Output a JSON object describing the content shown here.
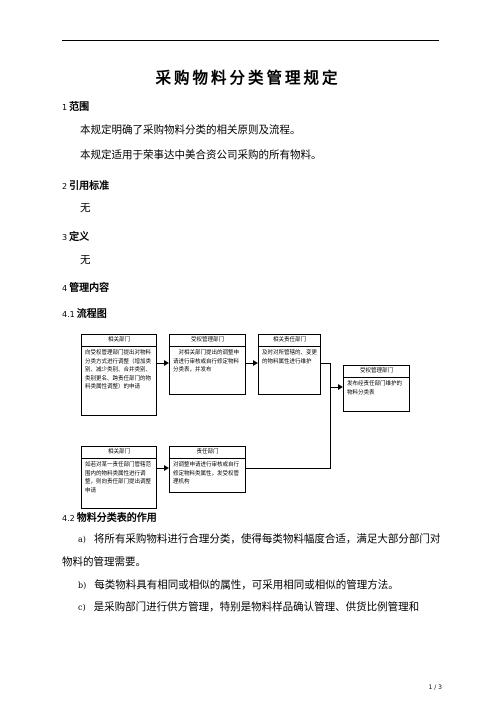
{
  "title": "采购物料分类管理规定",
  "sections": {
    "s1": {
      "num": "1",
      "heading": "范围"
    },
    "s1_p1": "本规定明确了采购物料分类的相关原则及流程。",
    "s1_p2": "本规定适用于荣事达中美合资公司采购的所有物料。",
    "s2": {
      "num": "2",
      "heading": "引用标准"
    },
    "s2_p": "无",
    "s3": {
      "num": "3",
      "heading": "定义"
    },
    "s3_p": "无",
    "s4": {
      "num": "4",
      "heading": "管理内容"
    },
    "s41": {
      "num": "4.1",
      "heading": "流程图"
    },
    "s42": {
      "num": "4.2",
      "heading": "物料分类表的作用"
    }
  },
  "flowchart": {
    "box1": {
      "header": "相关部门",
      "body": "向受权管理部门提出对物料分类方式进行调整（增加类别、减少类别、合并类别、类别更名、跨责任部门的物料类属性调整）的申请"
    },
    "box2": {
      "header": "受权管理部门",
      "body": "　对相关部门提出的调整申请进行审核或自行修定物料分类表，并发布"
    },
    "box3": {
      "header": "相关责任部门",
      "body": "及时对所管辖的、变更的物料属性进行维护"
    },
    "box4": {
      "header": "受权管理部门",
      "body": "发布经责任部门维护的物料分类表"
    },
    "box5": {
      "header": "相关部门",
      "body": "如若对某一责任部门管辖范围内的物料类属性进行调整，则向责任部门提出调整申请"
    },
    "box6": {
      "header": "责任部门",
      "body": "对调整申请进行审核或自行修定物料类属性，发受权管理机构"
    }
  },
  "items": [
    {
      "mark": "a)",
      "text": "将所有采购物料进行合理分类，使得每类物料幅度合适，满足大部分部门对物料的管理需要。"
    },
    {
      "mark": "b)",
      "text": "每类物料具有相同或相似的属性，可采用相同或相似的管理方法。"
    },
    {
      "mark": "c)",
      "text": "是采购部门进行供方管理，特别是物料样品确认管理、供货比例管理和"
    }
  ],
  "page_number": "1 / 3"
}
